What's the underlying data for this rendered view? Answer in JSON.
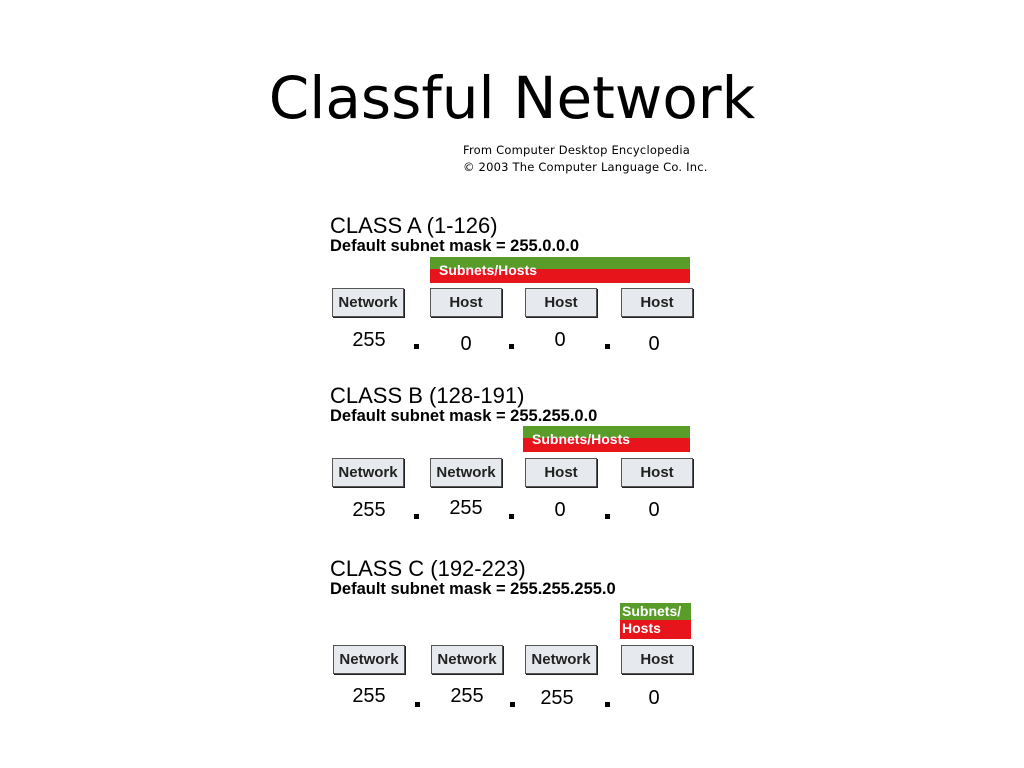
{
  "title": "Classful Network",
  "credit": {
    "line1": "From Computer Desktop Encyclopedia",
    "line2": "© 2003 The Computer Language Co. Inc."
  },
  "colors": {
    "green": "#5a9c2a",
    "red": "#e8141c",
    "box_bg": "#e6eaee"
  },
  "classes": [
    {
      "heading": "CLASS A (1-126)",
      "mask": "Default subnet mask = 255.0.0.0",
      "bar_label": "Subnets/Hosts",
      "fields": [
        "Network",
        "Host",
        "Host",
        "Host"
      ],
      "octets": [
        "255",
        "0",
        "0",
        "0"
      ]
    },
    {
      "heading": "CLASS B (128-191)",
      "mask": "Default subnet mask = 255.255.0.0",
      "bar_label": "Subnets/Hosts",
      "fields": [
        "Network",
        "Network",
        "Host",
        "Host"
      ],
      "octets": [
        "255",
        "255",
        "0",
        "0"
      ]
    },
    {
      "heading": "CLASS C (192-223)",
      "mask": "Default subnet mask = 255.255.255.0",
      "bar_label_line1": "Subnets/",
      "bar_label_line2": "Hosts",
      "fields": [
        "Network",
        "Network",
        "Network",
        "Host"
      ],
      "octets": [
        "255",
        "255",
        "255",
        "0"
      ]
    }
  ]
}
